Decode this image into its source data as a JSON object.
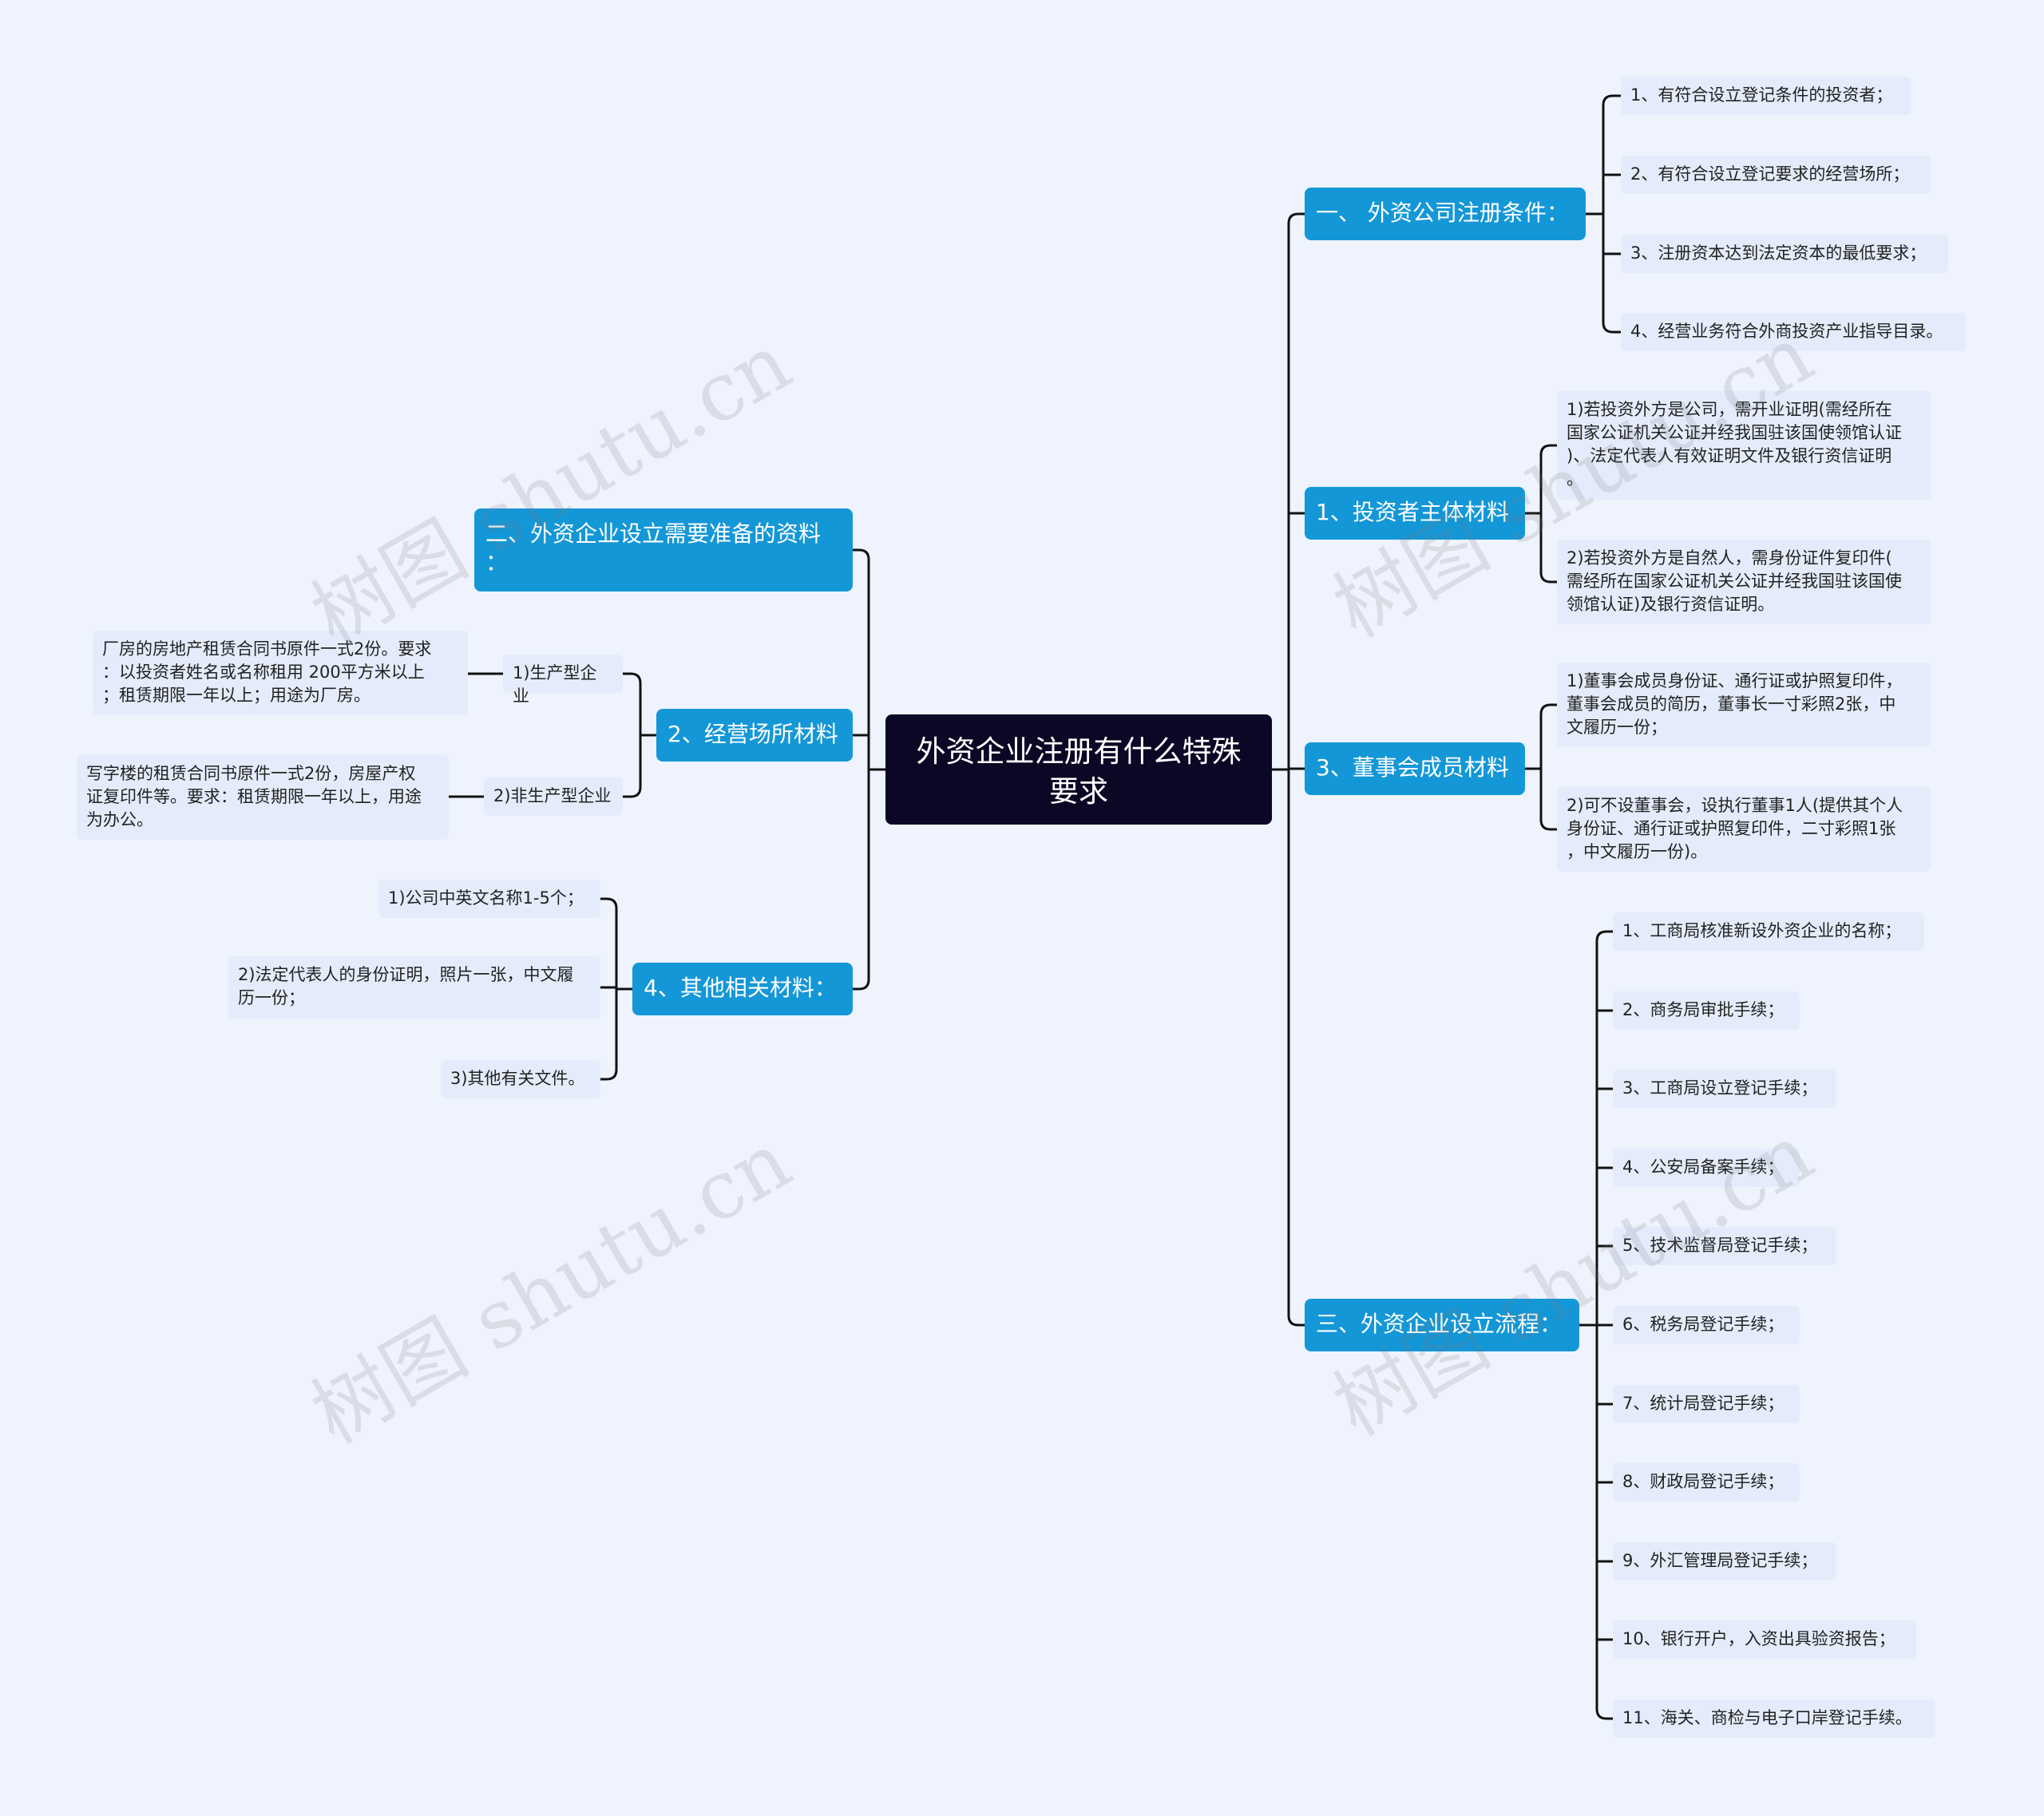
{
  "watermark": "树图 shutu.cn",
  "colors": {
    "background": "#eef3fd",
    "root": "#0b0725",
    "branch": "#1497d7",
    "leaf": "#e4ecfb",
    "line": "#111111"
  },
  "root": "外资企业注册有什么特殊\n要求",
  "right": [
    {
      "label": "一、 外资公司注册条件：",
      "children": [
        "1、有符合设立登记条件的投资者；",
        "2、有符合设立登记要求的经营场所；",
        "3、注册资本达到法定资本的最低要求；",
        "4、经营业务符合外商投资产业指导目录。"
      ]
    },
    {
      "label": "1、投资者主体材料",
      "children": [
        "1)若投资外方是公司，需开业证明(需经所在\n国家公证机关公证并经我国驻该国使领馆认证\n)、法定代表人有效证明文件及银行资信证明\n。",
        "2)若投资外方是自然人，需身份证件复印件(\n需经所在国家公证机关公证并经我国驻该国使\n领馆认证)及银行资信证明。"
      ]
    },
    {
      "label": "3、董事会成员材料",
      "children": [
        "1)董事会成员身份证、通行证或护照复印件，\n董事会成员的简历，董事长一寸彩照2张，中\n文履历一份；",
        "2)可不设董事会，设执行董事1人(提供其个人\n身份证、通行证或护照复印件，二寸彩照1张\n，中文履历一份)。"
      ]
    },
    {
      "label": "三、外资企业设立流程：",
      "children": [
        "1、工商局核准新设外资企业的名称；",
        "2、商务局审批手续；",
        "3、工商局设立登记手续；",
        "4、公安局备案手续；",
        "5、技术监督局登记手续；",
        "6、税务局登记手续；",
        "7、统计局登记手续；",
        "8、财政局登记手续；",
        "9、外汇管理局登记手续；",
        "10、银行开户，入资出具验资报告；",
        "11、海关、商检与电子口岸登记手续。"
      ]
    }
  ],
  "left": [
    {
      "label": "二、外资企业设立需要准备的资料\n：",
      "children": []
    },
    {
      "label": "2、经营场所材料",
      "children": [
        {
          "label": "1)生产型企业",
          "detail": "厂房的房地产租赁合同书原件一式2份。要求\n：以投资者姓名或名称租用 200平方米以上\n；租赁期限一年以上；用途为厂房。"
        },
        {
          "label": "2)非生产型企业",
          "detail": "写字楼的租赁合同书原件一式2份，房屋产权\n证复印件等。要求：租赁期限一年以上，用途\n为办公。"
        }
      ]
    },
    {
      "label": "4、其他相关材料：",
      "children": [
        {
          "label": "1)公司中英文名称1-5个；"
        },
        {
          "label": "2)法定代表人的身份证明，照片一张，中文履\n历一份；"
        },
        {
          "label": "3)其他有关文件。"
        }
      ]
    }
  ]
}
